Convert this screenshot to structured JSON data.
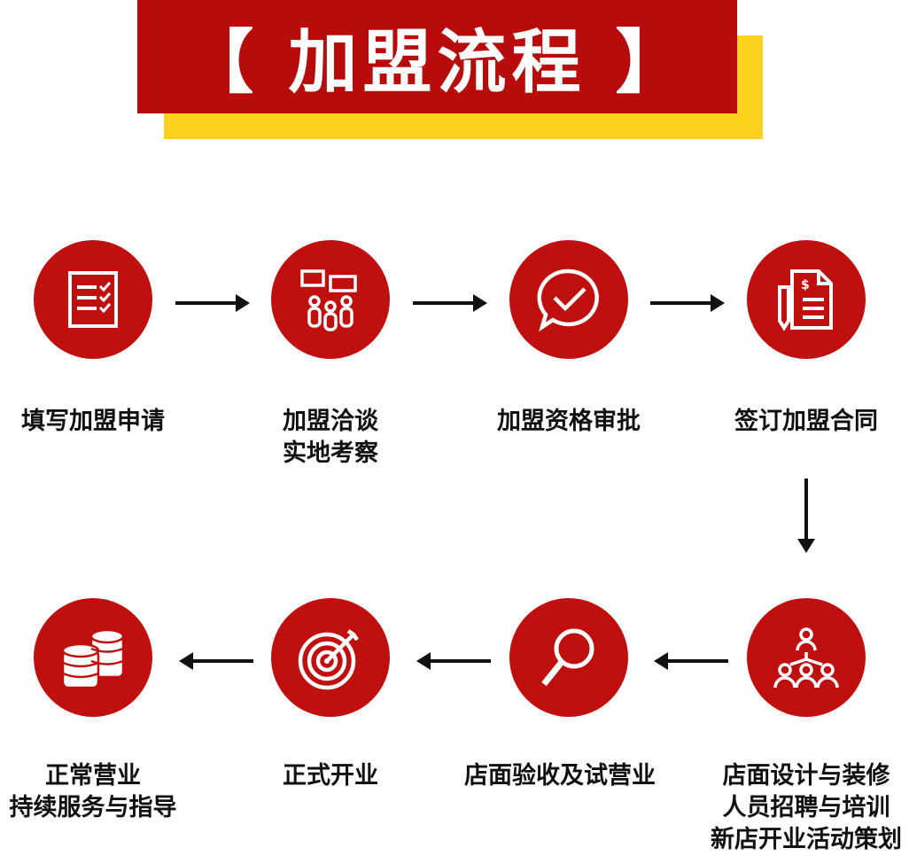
{
  "title": "【 加盟流程 】",
  "colors": {
    "red": "#bf0f0f",
    "yellow": "#fcd21e"
  },
  "steps": [
    {
      "icon": "form-checklist-icon",
      "lines": [
        "填写加盟申请"
      ]
    },
    {
      "icon": "discussion-people-icon",
      "lines": [
        "加盟洽谈",
        "实地考察"
      ]
    },
    {
      "icon": "approval-check-icon",
      "lines": [
        "加盟资格审批"
      ]
    },
    {
      "icon": "contract-sign-icon",
      "lines": [
        "签订加盟合同"
      ]
    },
    {
      "icon": "team-hierarchy-icon",
      "lines": [
        "店面设计与装修",
        "人员招聘与培训",
        "新店开业活动策划"
      ]
    },
    {
      "icon": "magnifier-icon",
      "lines": [
        "店面验收及试营业"
      ]
    },
    {
      "icon": "target-icon",
      "lines": [
        "正式开业"
      ]
    },
    {
      "icon": "coins-stack-icon",
      "lines": [
        "正常营业",
        "持续服务与指导"
      ]
    }
  ]
}
